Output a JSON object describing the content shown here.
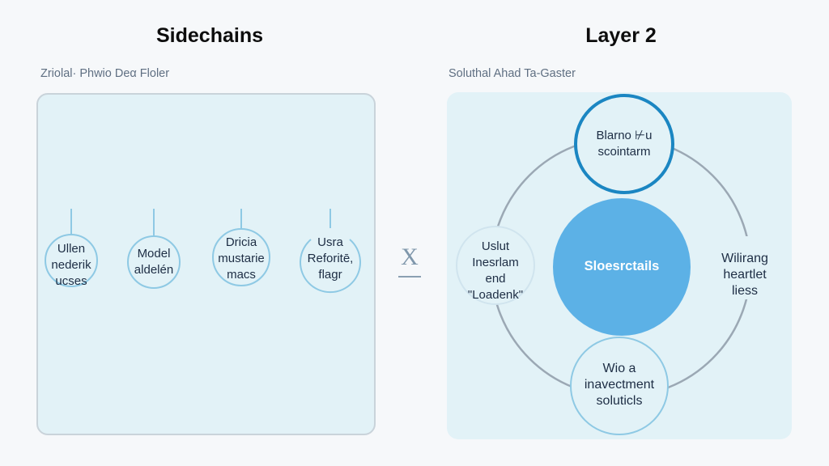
{
  "left_section": {
    "title": "Sidechains",
    "subtitle": "Zriolal· Phwio Deα Floler",
    "nodes": [
      {
        "label": "Ullen\nnederik\nucses"
      },
      {
        "label": "Model\naldelén"
      },
      {
        "label": "Dricia\nmustarie\nmacs"
      },
      {
        "label": "Usra\nReforitē,\nflagr"
      }
    ]
  },
  "divider": {
    "symbol": "X"
  },
  "right_section": {
    "title": "Layer 2",
    "subtitle": "Soluthal Ahad Ta-Gaster",
    "center_node": {
      "label": "Sloesrctails"
    },
    "orbit_nodes": [
      {
        "position": "top",
        "label": "Blarno ⊬u\nscointarm"
      },
      {
        "position": "left",
        "label": "Uslut\nInesrlam\nend\n\"Loadenk\""
      },
      {
        "position": "right",
        "label": "Wilirang\nheartlet\nliess"
      },
      {
        "position": "bottom",
        "label": "Wio a\ninavectment\nsoluticls"
      }
    ]
  },
  "colors": {
    "panel_fill": "#e2f2f7",
    "node_stroke": "#8ec9e4",
    "center_fill": "#5cb1e6",
    "top_node_stroke": "#1b86c2",
    "orbit_ring": "#9ba8b4",
    "title_text": "#0d0d0d",
    "subtitle_text": "#5f6f82"
  }
}
